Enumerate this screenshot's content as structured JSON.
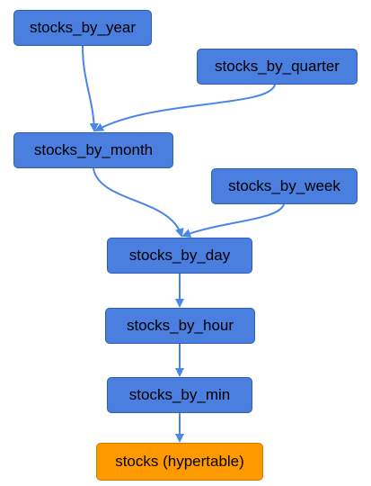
{
  "colors": {
    "view_fill": "#4a7fe0",
    "table_fill": "#ff9900",
    "edge": "#4a86e8"
  },
  "nodes": {
    "year": "stocks_by_year",
    "quarter": "stocks_by_quarter",
    "month": "stocks_by_month",
    "week": "stocks_by_week",
    "day": "stocks_by_day",
    "hour": "stocks_by_hour",
    "min": "stocks_by_min",
    "stocks": "stocks (hypertable)"
  },
  "edges": [
    {
      "from": "year",
      "to": "month"
    },
    {
      "from": "quarter",
      "to": "month"
    },
    {
      "from": "month",
      "to": "day"
    },
    {
      "from": "week",
      "to": "day"
    },
    {
      "from": "day",
      "to": "hour"
    },
    {
      "from": "hour",
      "to": "min"
    },
    {
      "from": "min",
      "to": "stocks"
    }
  ]
}
